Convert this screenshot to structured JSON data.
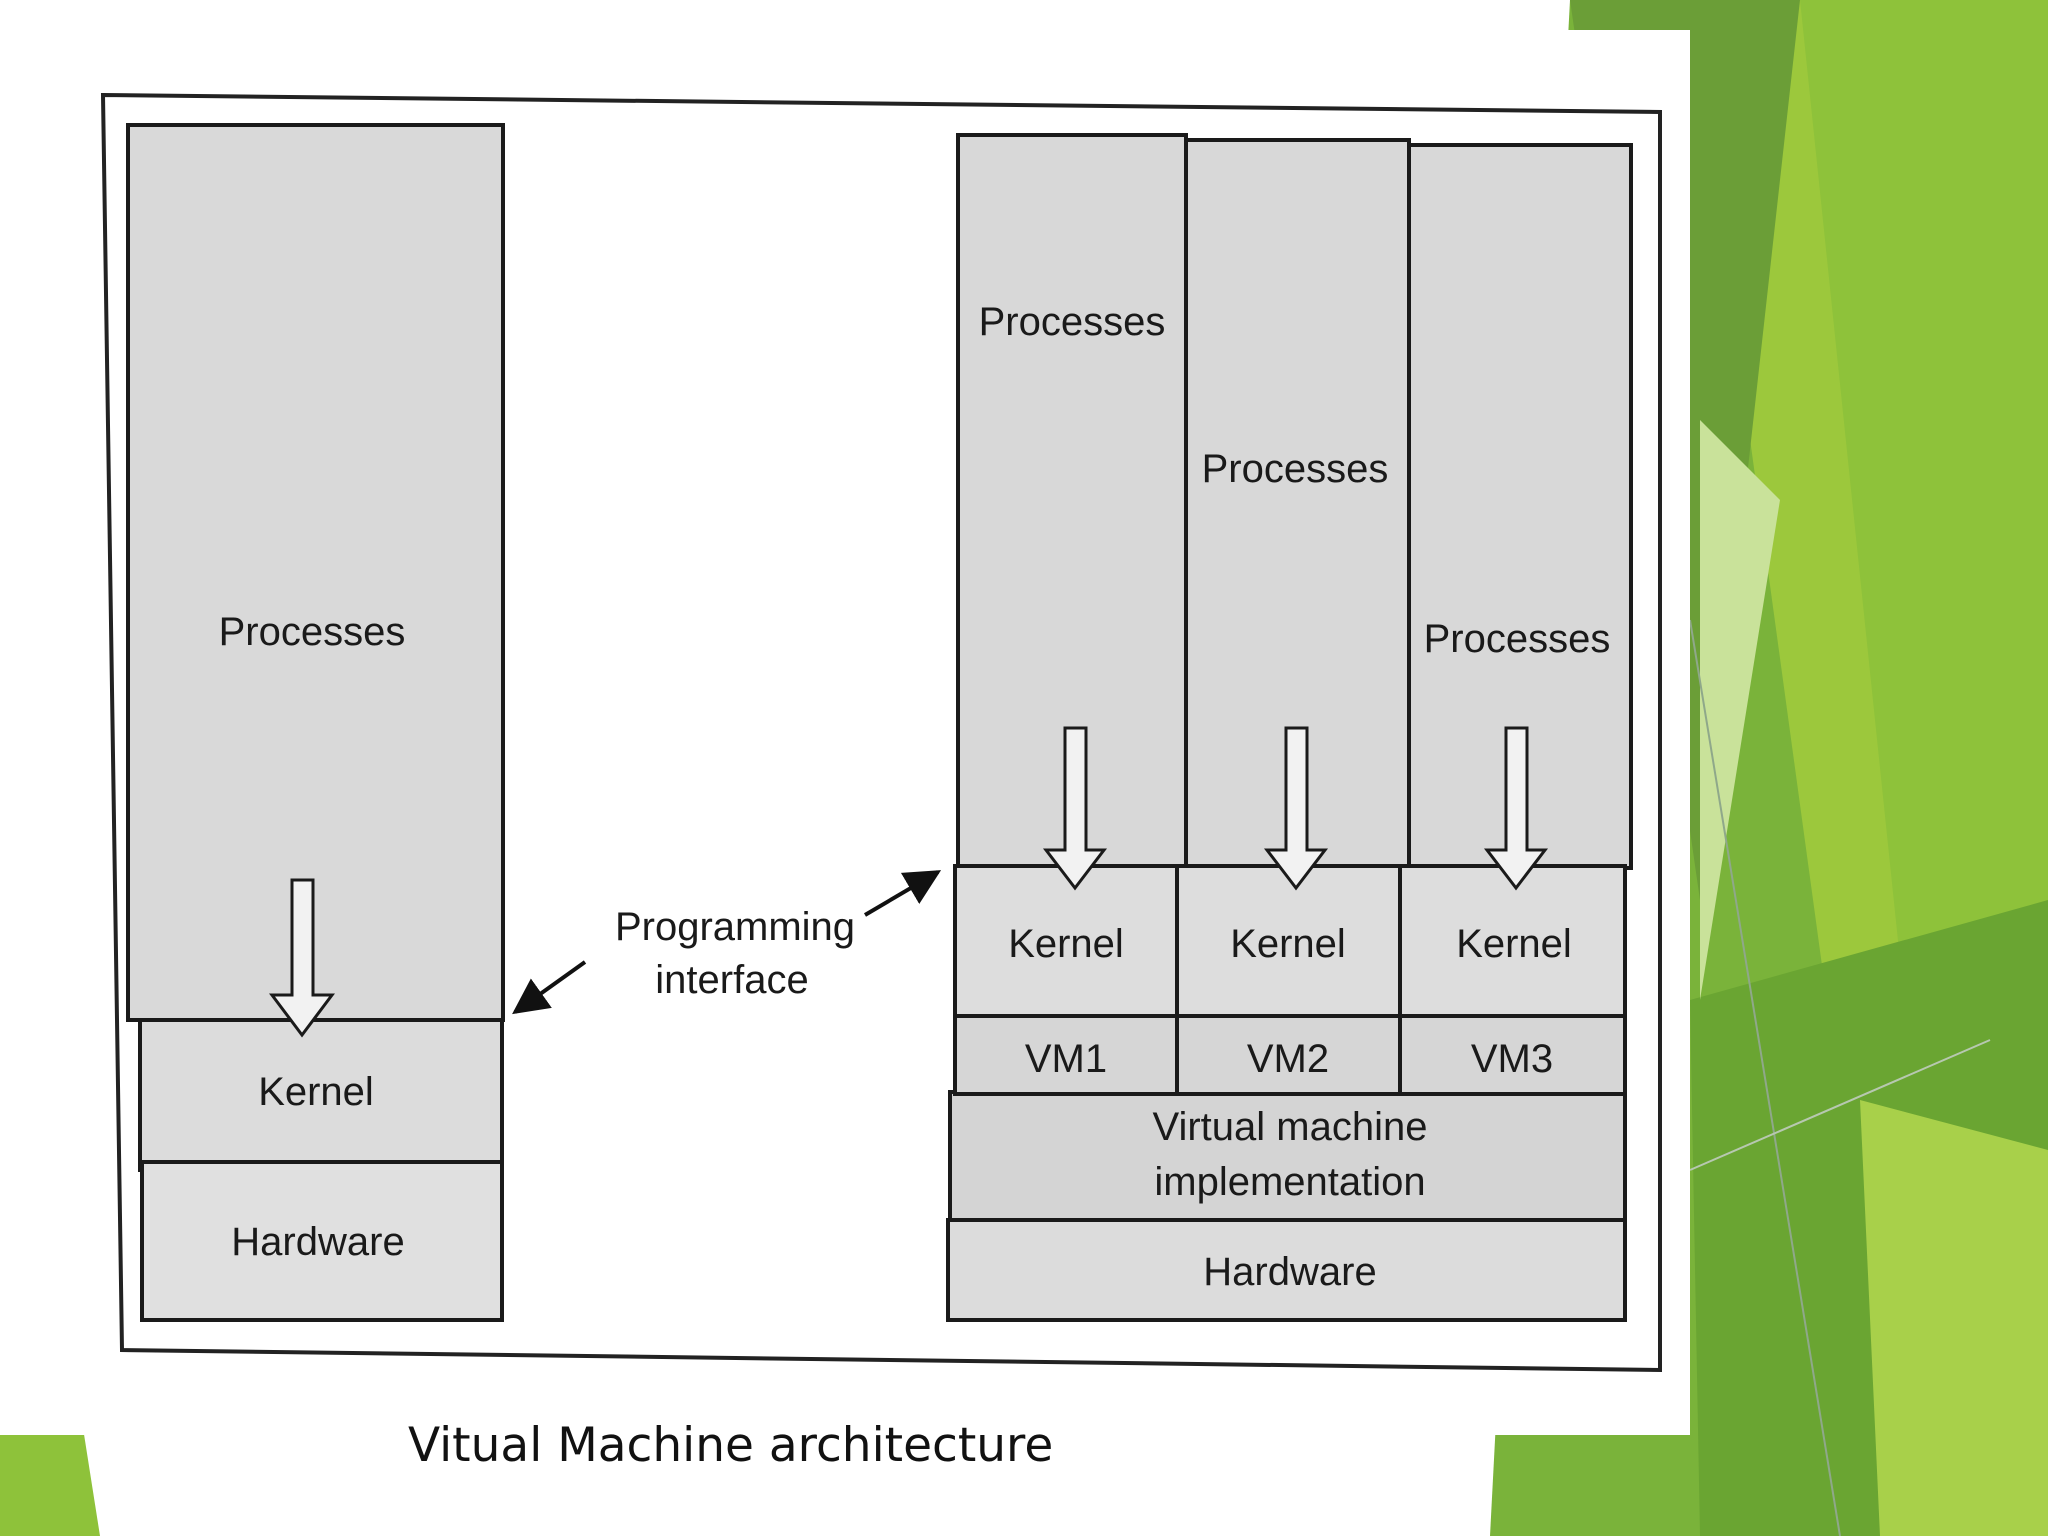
{
  "theme": {
    "accent_light": "#9cc83c",
    "accent_mid": "#7ab33a",
    "accent_dark": "#4f8a2b",
    "box_fill": "#d6d6d6",
    "box_fill_light": "#e3e3e3"
  },
  "diagram": {
    "left_stack": {
      "processes": "Processes",
      "kernel": "Kernel",
      "hardware": "Hardware"
    },
    "programming_interface": {
      "line1": "Programming",
      "line2": "interface"
    },
    "right_stack": {
      "vms": [
        {
          "processes": "Processes",
          "kernel": "Kernel",
          "vm": "VM1"
        },
        {
          "processes": "Processes",
          "kernel": "Kernel",
          "vm": "VM2"
        },
        {
          "processes": "Processes",
          "kernel": "Kernel",
          "vm": "VM3"
        }
      ],
      "vmm_line1": "Virtual machine",
      "vmm_line2": "implementation",
      "hardware": "Hardware"
    }
  },
  "caption": "Vitual Machine architecture"
}
